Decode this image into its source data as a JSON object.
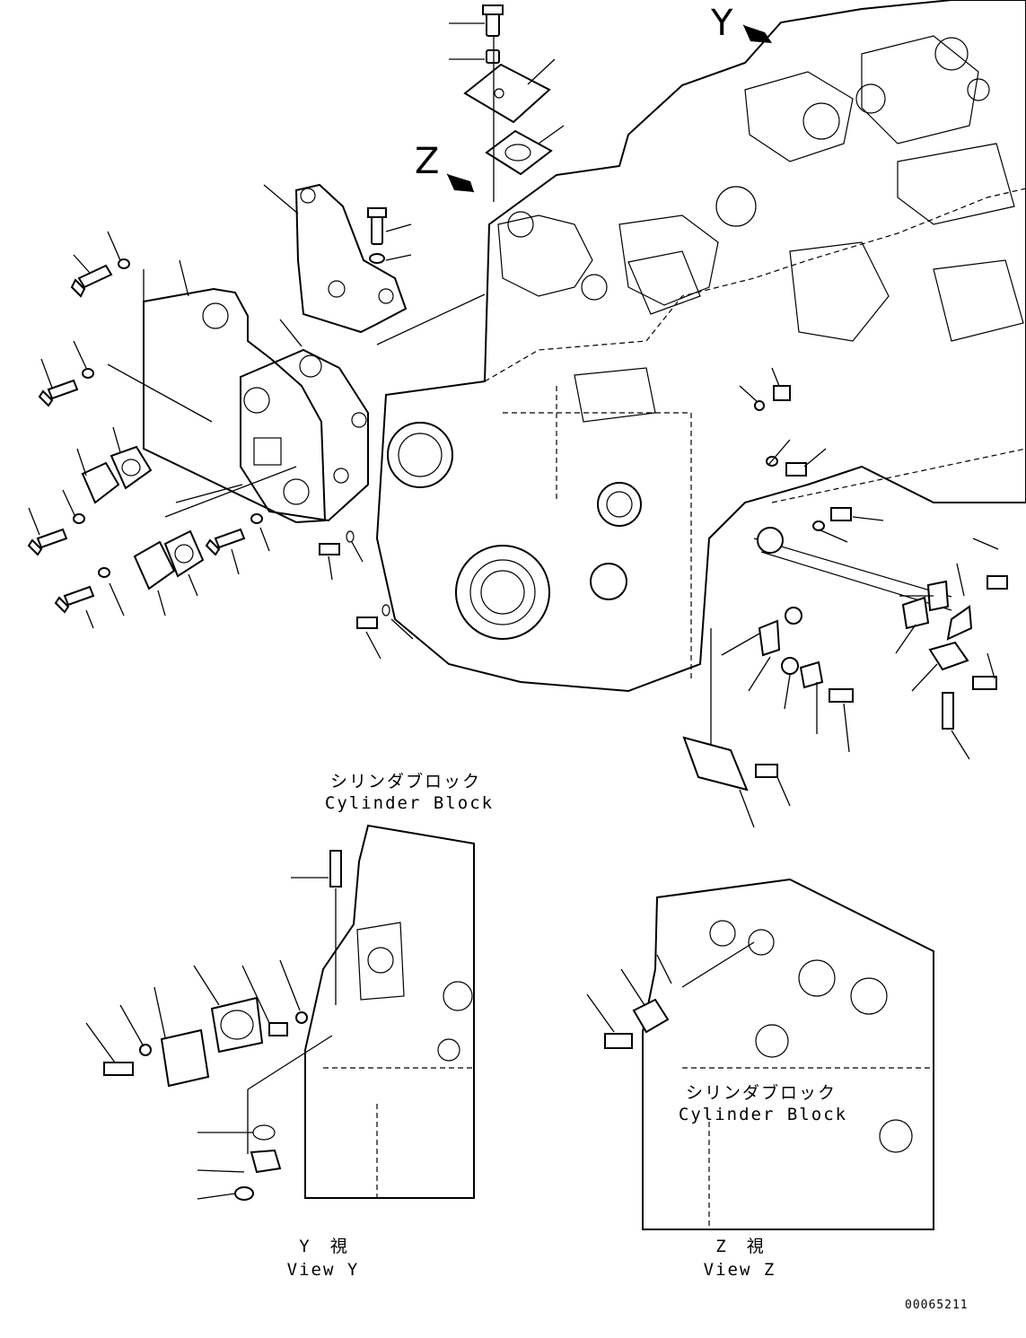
{
  "view_markers": {
    "y": "Y",
    "z": "Z"
  },
  "labels": {
    "cylinder_block_jp_1": "シリンダブロック",
    "cylinder_block_en_1": "Cylinder Block",
    "cylinder_block_jp_2": "シリンダブロック",
    "cylinder_block_en_2": "Cylinder Block",
    "view_y_jp": "Y　視",
    "view_y_en": "View Y",
    "view_z_jp": "Z　視",
    "view_z_en": "View Z"
  },
  "drawing_number": "00065211"
}
